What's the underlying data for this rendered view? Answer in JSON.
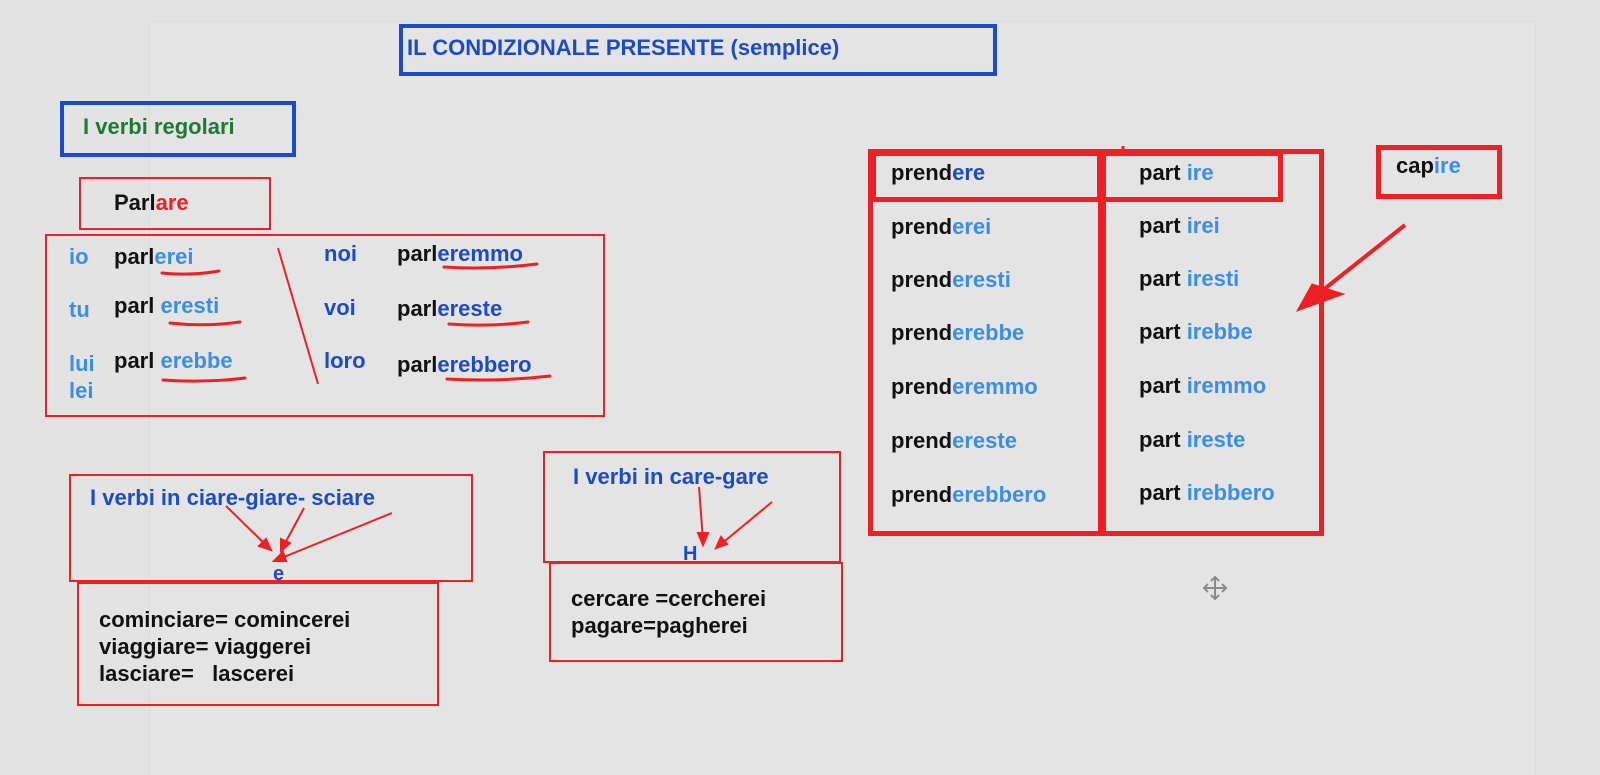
{
  "title": "IL CONDIZIONALE PRESENTE (semplice)",
  "regular_heading": "I verbi regolari",
  "parlare": {
    "stem": "Parl",
    "ending": "are"
  },
  "parlare_conj": [
    {
      "pronoun": "io",
      "stem": "parl",
      "ending": "erei"
    },
    {
      "pronoun": "tu",
      "stem": "parl ",
      "ending": "eresti"
    },
    {
      "pronoun": "lui",
      "pronoun2": "lei",
      "stem": "parl ",
      "ending": "erebbe"
    },
    {
      "pronoun": "noi",
      "stem": "parl",
      "ending": "eremmo"
    },
    {
      "pronoun": "voi",
      "stem": "parl",
      "ending": "ereste"
    },
    {
      "pronoun": "loro",
      "stem": "parl",
      "ending": "erebbero"
    }
  ],
  "ciare": {
    "heading": "I verbi in ciare-giare- sciare",
    "marker": "e",
    "examples": [
      "cominciare= comincerei",
      "viaggiare= viaggerei",
      "lasciare=   lascerei"
    ]
  },
  "care": {
    "heading": "I verbi in care-gare",
    "marker": "H",
    "examples": [
      "cercare =cercherei",
      "pagare=pagherei"
    ]
  },
  "prendere": {
    "stem": "prend",
    "ending": "ere",
    "forms": [
      "erei",
      "eresti",
      "erebbe",
      "eremmo",
      "ereste",
      "erebbero"
    ]
  },
  "partire": {
    "stem": "part",
    "ending": "ire",
    "forms": [
      "irei",
      "iresti",
      "irebbe",
      "iremmo",
      "ireste",
      "irebbero"
    ]
  },
  "capire": {
    "stem": "cap",
    "ending": "ire"
  },
  "colors": {
    "red": "#ee2024",
    "dark_blue": "#1c4bc7",
    "light_blue": "#3a8ee6",
    "green": "#1e7a32"
  },
  "icons": {
    "cursor": "move-cursor-icon"
  }
}
